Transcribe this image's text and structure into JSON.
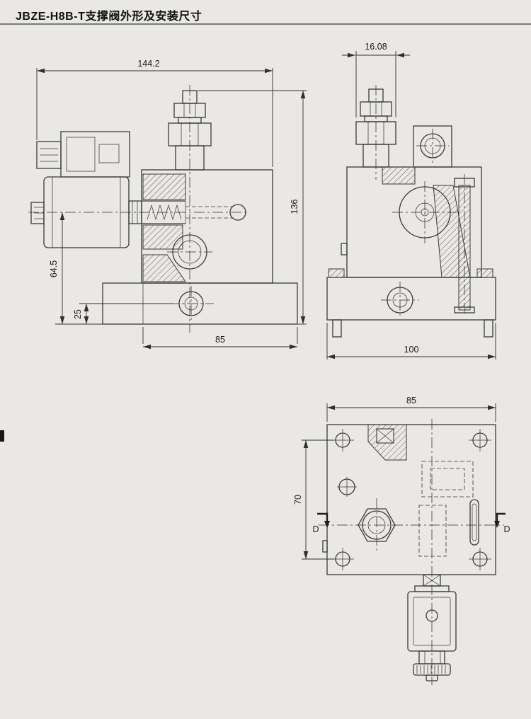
{
  "page": {
    "title": "JBZE-H8B-T支撑阀外形及安装尺寸"
  },
  "drawing": {
    "bg_color": "#e9e8e5",
    "line_color": "#3a3a3a"
  },
  "dimensions": {
    "front_width": "144.2",
    "front_height": "136",
    "front_axis_height": "64.5",
    "front_port_height": "25",
    "front_mount_width": "85",
    "side_fitting_width": "16.08",
    "side_depth": "100",
    "top_width": "85",
    "top_depth": "70",
    "section_left": "D",
    "section_right": "D"
  }
}
